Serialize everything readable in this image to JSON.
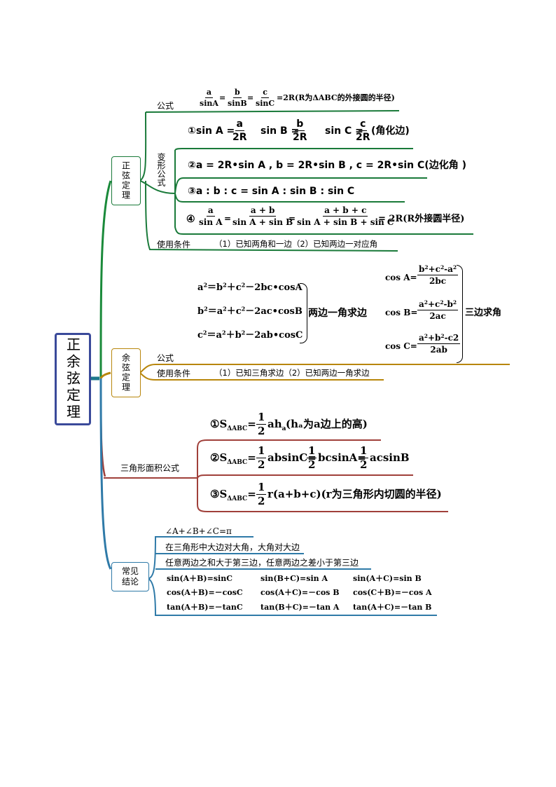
{
  "central": {
    "label": "正余弦定理"
  },
  "branches": {
    "sine": {
      "label": "正弦定理"
    },
    "cosine": {
      "label": "余弦定理"
    },
    "area": {
      "label": "三角形面积公式"
    },
    "common": {
      "label": "常见结论"
    }
  },
  "sine": {
    "formula_label": "公式",
    "formula": {
      "a": "a",
      "sinA": "sinA",
      "b": "b",
      "sinB": "sinB",
      "c": "c",
      "sinC": "sinC",
      "tail": "=2R(R为ΔABC的外接圆的半径)"
    },
    "transform_label": "变形公式",
    "t1": {
      "mark": "①",
      "sinA": "sin A =",
      "a": "a",
      "r1": "2R",
      "sinB": "sin B =",
      "b": "b",
      "r2": "2R",
      "sinC": "sin C =",
      "c": "c",
      "r3": "2R",
      "tail": "(角化边)"
    },
    "t2": "②a = 2R•sin A , b = 2R•sin B , c = 2R•sin C(边化角 )",
    "t3": "③a : b : c = sin A : sin B : sin C",
    "t4": {
      "mark": "④",
      "n1": "a",
      "d1": "sin A",
      "n2": "a + b",
      "d2": "sin A + sin B",
      "n3": "a + b + c",
      "d3": "sin A + sin B + sin C",
      "tail": "= 2R(R外接圆半径)"
    },
    "cond_label": "使用条件",
    "cond_text": "（1）已知两角和一边（2）已知两边一对应角"
  },
  "cosine": {
    "formula_label": "公式",
    "cond_label": "使用条件",
    "cond_text": "（1）已知三角求边（2）已知两边一角求边",
    "side_note": "两边一角求边",
    "angle_note": "三边求角",
    "cosA": {
      "lhs": "cos A=",
      "num": "b²+c²-a²",
      "den": "2bc"
    },
    "cosB": {
      "lhs": "cos B=",
      "num": "a²+c²-b²",
      "den": "2ac"
    },
    "cosC": {
      "lhs": "cos C=",
      "num": "a²+b²-c2",
      "den": "2ab"
    }
  },
  "area": {
    "f1": {
      "mark": "①",
      "one": "1",
      "two": "2",
      "rest": "(hₐ为a边上的高)"
    },
    "f2": {
      "mark": "②",
      "one": "1",
      "two": "2"
    },
    "f3": {
      "mark": "③",
      "one": "1",
      "two": "2",
      "rest": "r(a+b+c)(r为三角形内切圆的半径)"
    }
  },
  "common": {
    "l1": "∠A+∠B+∠C=π",
    "l2": "在三角形中大边对大角，大角对大边",
    "l3": "任意两边之和大于第三边，任意两边之差小于第三边",
    "grid": [
      [
        "sin(A＋B)=sinC",
        "sin(B+C)=sin A",
        "sin(A＋C)=sin B"
      ],
      [
        "cos(A＋B)=－cosC",
        "cos(A＋C)=－cos B",
        "cos(C＋B)=－cos A"
      ],
      [
        "tan(A＋B)=－tanC",
        "tan(B＋C)=－tan A",
        "tan(A＋C)=－tan B"
      ]
    ]
  }
}
